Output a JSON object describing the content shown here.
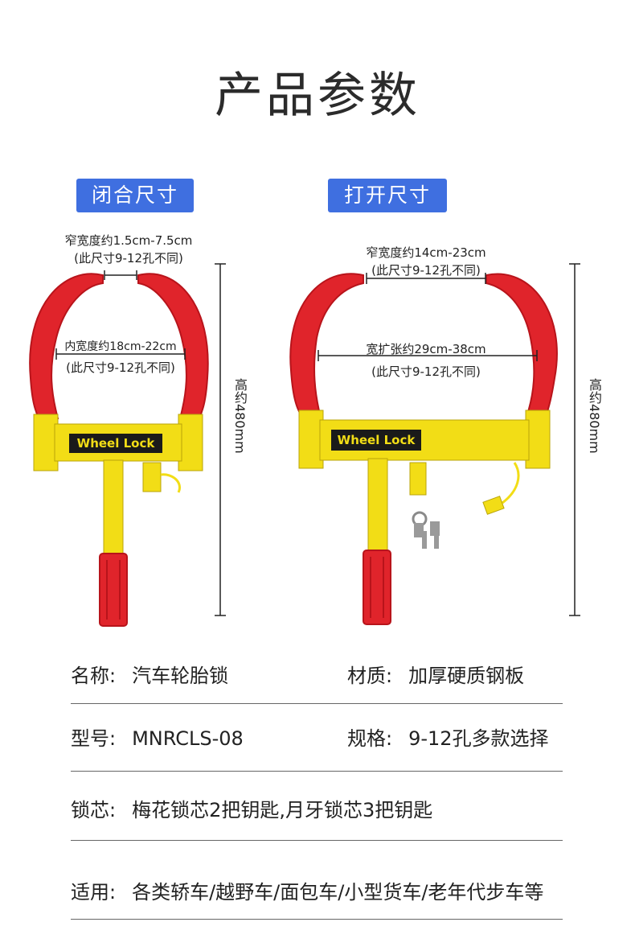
{
  "page_title": "产品参数",
  "tags": {
    "closed": "闭合尺寸",
    "open": "打开尺寸"
  },
  "closed_dims": {
    "narrow": "窄宽度约1.5cm-7.5cm",
    "narrow_note": "(此尺寸9-12孔不同)",
    "inner": "内宽度约18cm-22cm",
    "inner_note": "(此尺寸9-12孔不同)",
    "height": "高约480mm"
  },
  "open_dims": {
    "narrow": "窄宽度约14cm-23cm",
    "narrow_note": "(此尺寸9-12孔不同)",
    "expand": "宽扩张约29cm-38cm",
    "expand_note": "(此尺寸9-12孔不同)",
    "height": "高约480mm"
  },
  "product_label": "Wheel Lock",
  "specs": {
    "name_label": "名称:",
    "name_value": "汽车轮胎锁",
    "material_label": "材质:",
    "material_value": "加厚硬质钢板",
    "model_label": "型号:",
    "model_value": "MNRCLS-08",
    "size_label": "规格:",
    "size_value": "9-12孔多款选择",
    "core_label": "锁芯:",
    "core_value": "梅花锁芯2把钥匙,月牙锁芯3把钥匙",
    "apply_label": "适用:",
    "apply_value": "各类轿车/越野车/面包车/小型货车/老年代步车等"
  },
  "colors": {
    "tag_bg": "#3f6fe0",
    "red": "#e0242b",
    "yellow": "#f2dd16"
  }
}
